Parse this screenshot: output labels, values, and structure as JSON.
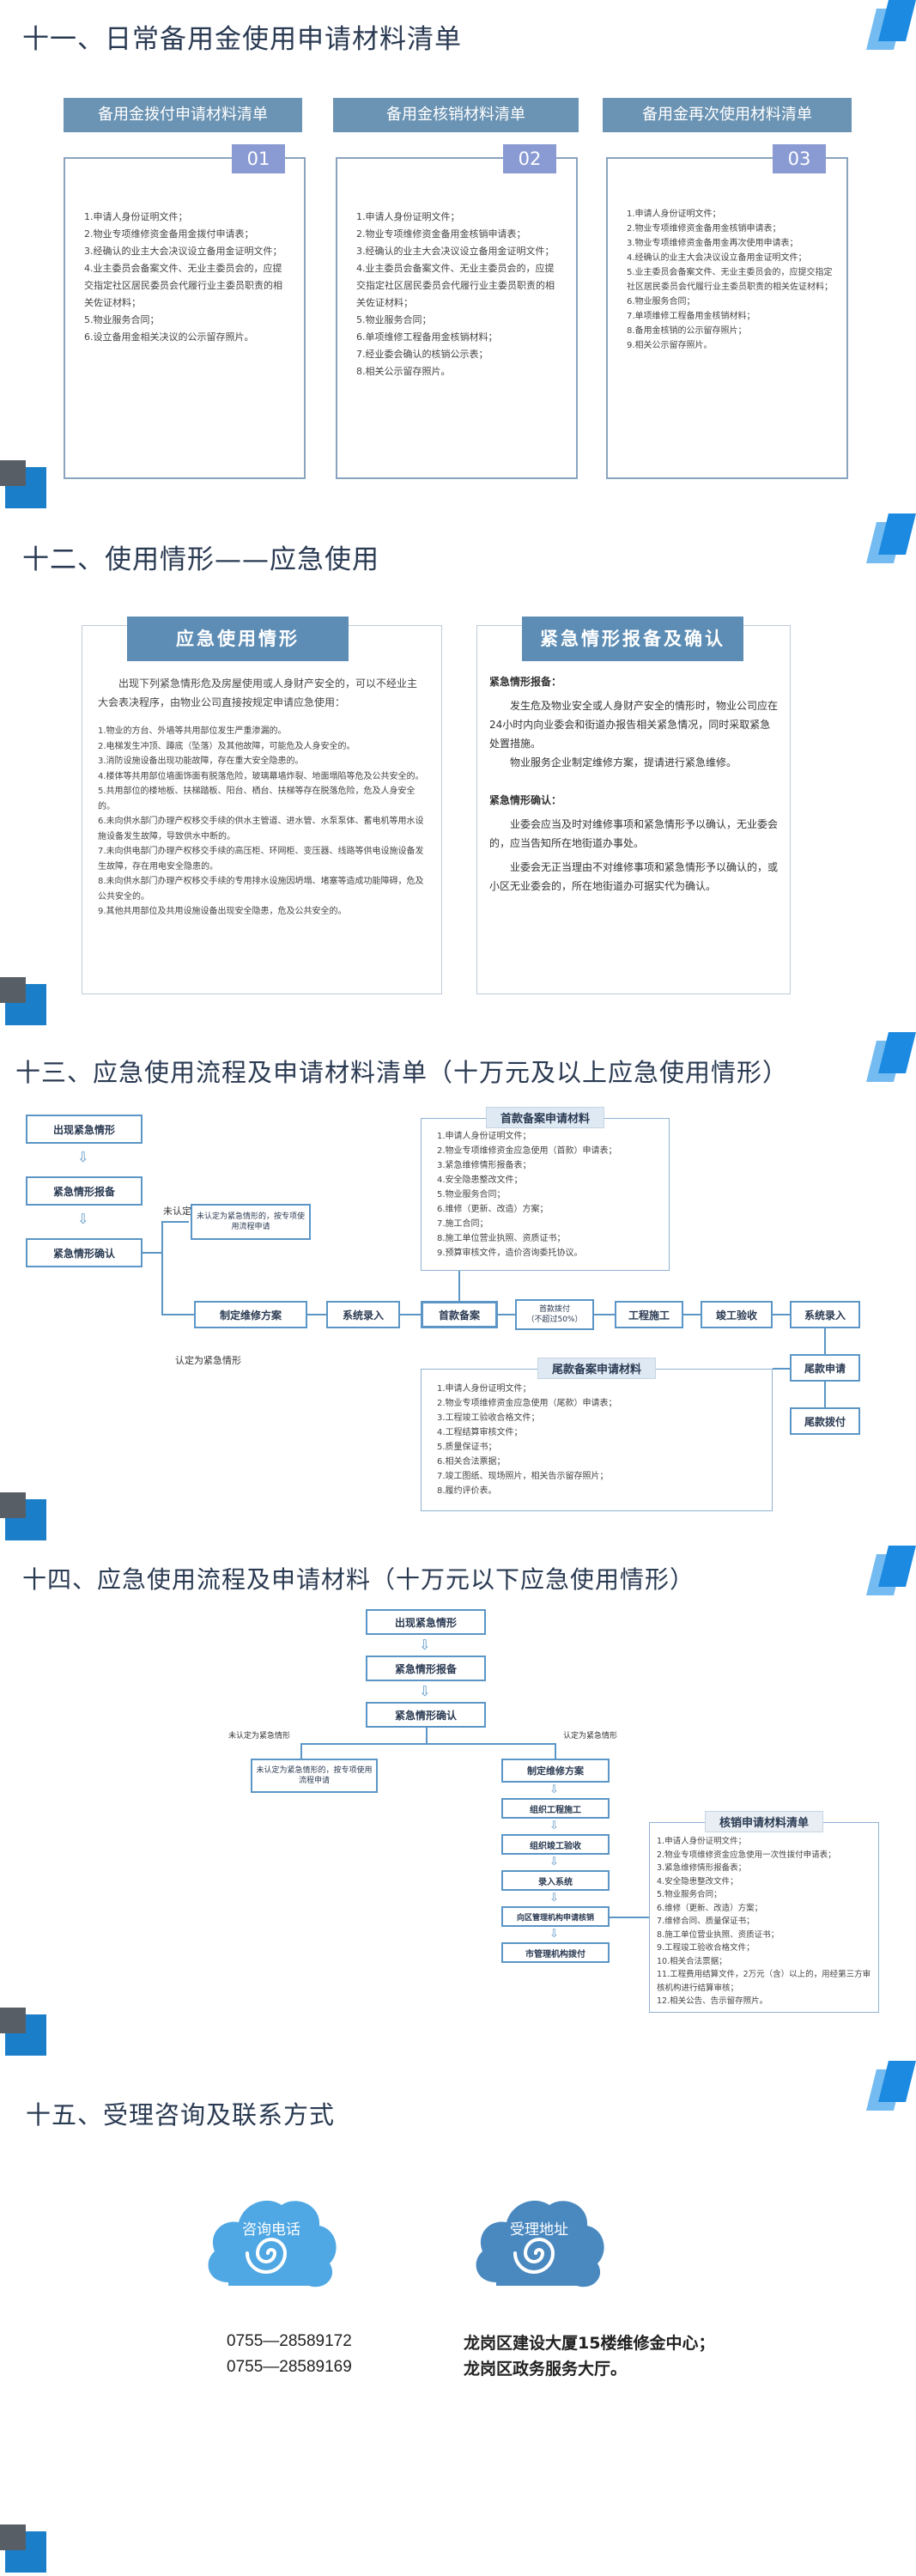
{
  "s11": {
    "title": "十一、日常备用金使用申请材料清单",
    "cards": [
      {
        "header": "备用金拨付申请材料清单",
        "num": "01",
        "items": [
          "1.申请人身份证明文件；",
          "2.物业专项维修资金备用金拨付申请表；",
          "3.经确认的业主大会决议设立备用金证明文件；",
          "4.业主委员会备案文件、无业主委员会的，应提交指定社区居民委员会代履行业主委员职责的相关佐证材料；",
          "5.物业服务合同；",
          "6.设立备用金相关决议的公示留存照片。"
        ]
      },
      {
        "header": "备用金核销材料清单",
        "num": "02",
        "items": [
          "1.申请人身份证明文件；",
          "2.物业专项维修资金备用金核销申请表；",
          "3.经确认的业主大会决议设立备用金证明文件；",
          "4.业主委员会备案文件、无业主委员会的，应提交指定社区居民委员会代履行业主委员职责的相关佐证材料；",
          "5.物业服务合同；",
          "6.单项维修工程备用金核销材料；",
          "7.经业委会确认的核销公示表；",
          "8.相关公示留存照片。"
        ]
      },
      {
        "header": "备用金再次使用材料清单",
        "num": "03",
        "items": [
          "1.申请人身份证明文件；",
          "2.物业专项维修资金备用金核销申请表；",
          "3.物业专项维修资金备用金再次使用申请表；",
          "4.经确认的业主大会决议设立备用金证明文件；",
          "5.业主委员会备案文件、无业主委员会的，应提交指定社区居民委员会代履行业主委员职责的相关佐证材料；",
          "6.物业服务合同；",
          "7.单项维修工程备用金核销材料；",
          "8.备用金核销的公示留存照片；",
          "9.相关公示留存照片。"
        ]
      }
    ]
  },
  "s12": {
    "title": "十二、使用情形——应急使用",
    "left": {
      "header": "应急使用情形",
      "intro": "出现下列紧急情形危及房屋使用或人身财产安全的，可以不经业主大会表决程序，由物业公司直接按规定申请应急使用：",
      "items": [
        "1.物业的方台、外墙等共用部位发生严重渗漏的。",
        "2.电梯发生冲顶、蹲底（坠落）及其他故障，可能危及人身安全的。",
        "3.消防设施设备出现功能故障，存在重大安全隐患的。",
        "4.楼体等共用部位墙面饰面有脱落危险，玻璃幕墙炸裂、地面塌陷等危及公共安全的。",
        "5.共用部位的楼地板、扶梯踏板、阳台、栖台、扶梯等存在脱落危险，危及人身安全的。",
        "6.未向供水部门办理产权移交手续的供水主管道、进水管、水泵泵体、蓄电机等用水设施设备发生故障，导致供水中断的。",
        "7.未向供电部门办理产权移交手续的高压柜、环网柜、变压器、线路等供电设施设备发生故障，存在用电安全隐患的。",
        "8.未向供水部门办理产权移交手续的专用排水设施因坍塌、堵塞等造成功能障碍，危及公共安全的。",
        "9.其他共用部位及共用设施设备出现安全隐患，危及公共安全的。"
      ]
    },
    "right": {
      "header": "紧急情形报备及确认",
      "h1": "紧急情形报备：",
      "p1": "发生危及物业安全或人身财产安全的情形时，物业公司应在24小时内向业委会和街道办报告相关紧急情况，同时采取紧急处置措施。",
      "p2": "物业服务企业制定维修方案，提请进行紧急维修。",
      "h2": "紧急情形确认：",
      "p3": "业委会应当及时对维修事项和紧急情形予以确认，无业委会的，应当告知所在地街道办事处。",
      "p4": "业委会无正当理由不对维修事项和紧急情形予以确认的，或小区无业委会的，所在地街道办可据实代为确认。"
    }
  },
  "s13": {
    "title": "十三、应急使用流程及申请材料清单（十万元及以上应急使用情形）",
    "nodes": {
      "n1": "出现紧急情形",
      "n2": "紧急情形报备",
      "n3": "紧急情形确认",
      "no": "未认定为紧急情形的，按专项使用流程申请",
      "plan": "制定维修方案",
      "sys1": "系统录入",
      "first": "首款备案",
      "pay1": "首款拨付",
      "pay1sub": "（不超过50%）",
      "build": "工程施工",
      "accept": "竣工验收",
      "sys2": "系统录入",
      "tailreq": "尾款申请",
      "tailpay": "尾款拨付"
    },
    "lbl_no": "未认定为紧急情形",
    "lbl_yes": "认定为紧急情形",
    "box1": {
      "header": "首款备案申请材料",
      "items": [
        "1.申请人身份证明文件；",
        "2.物业专项维修资金应急使用（首款）申请表；",
        "3.紧急维修情形报备表；",
        "4.安全隐患整改文件；",
        "5.物业服务合同；",
        "6.维修（更新、改造）方案；",
        "7.施工合同；",
        "8.施工单位营业执照、资质证书；",
        "9.预算审核文件，造价咨询委托协议。"
      ]
    },
    "box2": {
      "header": "尾款备案申请材料",
      "items": [
        "1.申请人身份证明文件；",
        "2.物业专项维修资金应急使用（尾款）申请表；",
        "3.工程竣工验收合格文件；",
        "4.工程结算审核文件；",
        "5.质量保证书；",
        "6.相关合法票据；",
        "7.竣工图纸、现场照片，相关告示留存照片；",
        "8.履约评价表。"
      ]
    }
  },
  "s14": {
    "title": "十四、应急使用流程及申请材料（十万元以下应急使用情形）",
    "nodes": {
      "n1": "出现紧急情形",
      "n2": "紧急情形报备",
      "n3": "紧急情形确认",
      "no": "未认定为紧急情形的，按专项使用流程申请",
      "plan": "制定维修方案",
      "org": "组织工程施工",
      "accept": "组织竣工验收",
      "sys": "录入系统",
      "street": "向区管理机构申请核销",
      "city": "市管理机构拨付"
    },
    "lbl_no": "未认定为紧急情形",
    "lbl_yes": "认定为紧急情形",
    "box": {
      "header": "核销申请材料清单",
      "items": [
        "1.申请人身份证明文件；",
        "2.物业专项维修资金应急使用一次性拨付申请表；",
        "3.紧急维修情形报备表；",
        "4.安全隐患整改文件；",
        "5.物业服务合同；",
        "6.维修（更新、改造）方案；",
        "7.维修合同、质量保证书；",
        "8.施工单位营业执照、资质证书；",
        "9.工程竣工验收合格文件；",
        "10.相关合法票据；",
        "11.工程费用结算文件，2万元（含）以上的，用经第三方审核机构进行结算审核；",
        "12.相关公告、告示留存照片。"
      ]
    }
  },
  "s15": {
    "title": "十五、受理咨询及联系方式",
    "phone_label": "咨询电话",
    "addr_label": "受理地址",
    "phones": [
      "0755—28589172",
      "0755—28589169"
    ],
    "addrs": [
      "龙岗区建设大厦15楼维修金中心；",
      "龙岗区政务服务大厅。"
    ]
  },
  "colors": {
    "title": "#2a3a52",
    "accent": "#1c8ae0",
    "cloud": "#4fa7e3",
    "card": "#6b93b3",
    "badge": "#8a9bd4"
  }
}
